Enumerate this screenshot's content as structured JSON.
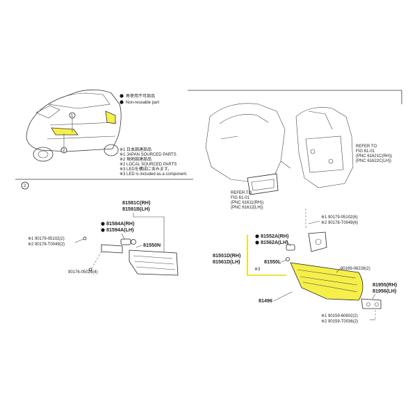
{
  "legend": {
    "non_reusable_jp": "再使用不可部品",
    "non_reusable_en": "Non-reusable part"
  },
  "panel1": {
    "number": "1",
    "notes": [
      "※1 日本調達部品",
      "※1 JAPAN SOURCED PARTS",
      "※2 現地調達部品",
      "※2 LOCAL SOURCED PARTS",
      "※3 LEDを構成に含みます。",
      "※3 LED is included as a component."
    ]
  },
  "panel2": {
    "number": "2",
    "parts": {
      "inner_lamp": [
        "81581C(RH)",
        "81591B(LH)"
      ],
      "inner_socket": [
        "81584A(RH)",
        "81594A(LH)"
      ],
      "inner_screw": [
        "※1 90179-05102(2)",
        "※2 90178-T0049(2)"
      ],
      "inner_lens": "81550N",
      "inner_clip": "90176-05023(4)"
    }
  },
  "panel3": {
    "refer_top": [
      "REFER TO",
      "FIG 61-01",
      "(PNC 61621C(RH))",
      "(PNC 61622C(LH))"
    ],
    "refer_bottom": [
      "REFER TO",
      "FIG 61-01",
      "(PNC 61611(RH))",
      "(PNC 61612(LH))"
    ],
    "parts": {
      "nut": [
        "※1 90179-05102(6)",
        "※2 90178-T0049(6)"
      ],
      "socket": [
        "81552A(RH)",
        "81562A(LH)"
      ],
      "lamp": [
        "81551D(RH)",
        "81561D(LH)"
      ],
      "lens": "81550L",
      "led_note": "※3",
      "gasket": "90189-06228(2)",
      "cover": "81496",
      "bracket": [
        "81955(RH)",
        "81956(LH)"
      ],
      "screw": [
        "※1 90159-60602(2)",
        "※2 90159-T0036(2)"
      ]
    }
  },
  "colors": {
    "highlight": "#f4ec2a",
    "line": "#333333"
  }
}
